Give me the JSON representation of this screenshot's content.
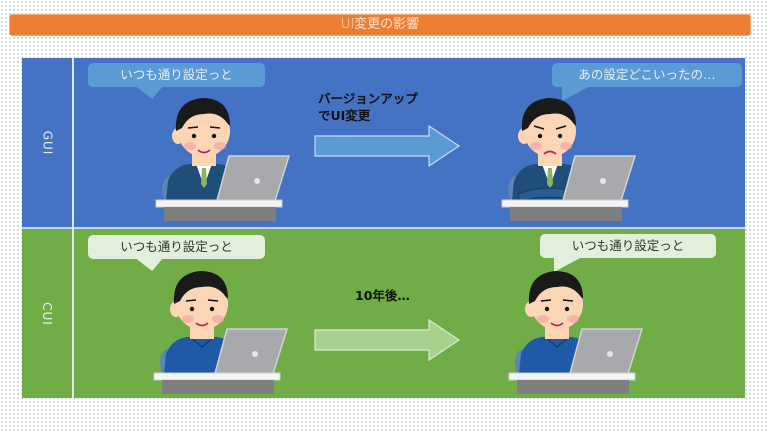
{
  "title": "UI変更の影響",
  "rows": [
    {
      "label": "GUI",
      "bg_color": "#4472c4",
      "before_bubble": "いつも通り設定っと",
      "transition_caption_line1": "バージョンアップ",
      "transition_caption_line2": "でUI変更",
      "after_bubble": "あの設定どこいったの…",
      "before_expression": "smiling",
      "after_expression": "confused-arms-crossed",
      "clothing": "suit"
    },
    {
      "label": "CUI",
      "bg_color": "#70ad47",
      "before_bubble": "いつも通り設定っと",
      "transition_caption_line1": "10年後…",
      "after_bubble": "いつも通り設定っと",
      "before_expression": "smiling",
      "after_expression": "smiling",
      "clothing": "casual-shirt"
    }
  ],
  "colors": {
    "title_bar": "#ed7d31",
    "gui_row": "#4472c4",
    "cui_row": "#70ad47",
    "gui_arrow": "#5b9bd5",
    "cui_arrow": "#a9d18e"
  }
}
